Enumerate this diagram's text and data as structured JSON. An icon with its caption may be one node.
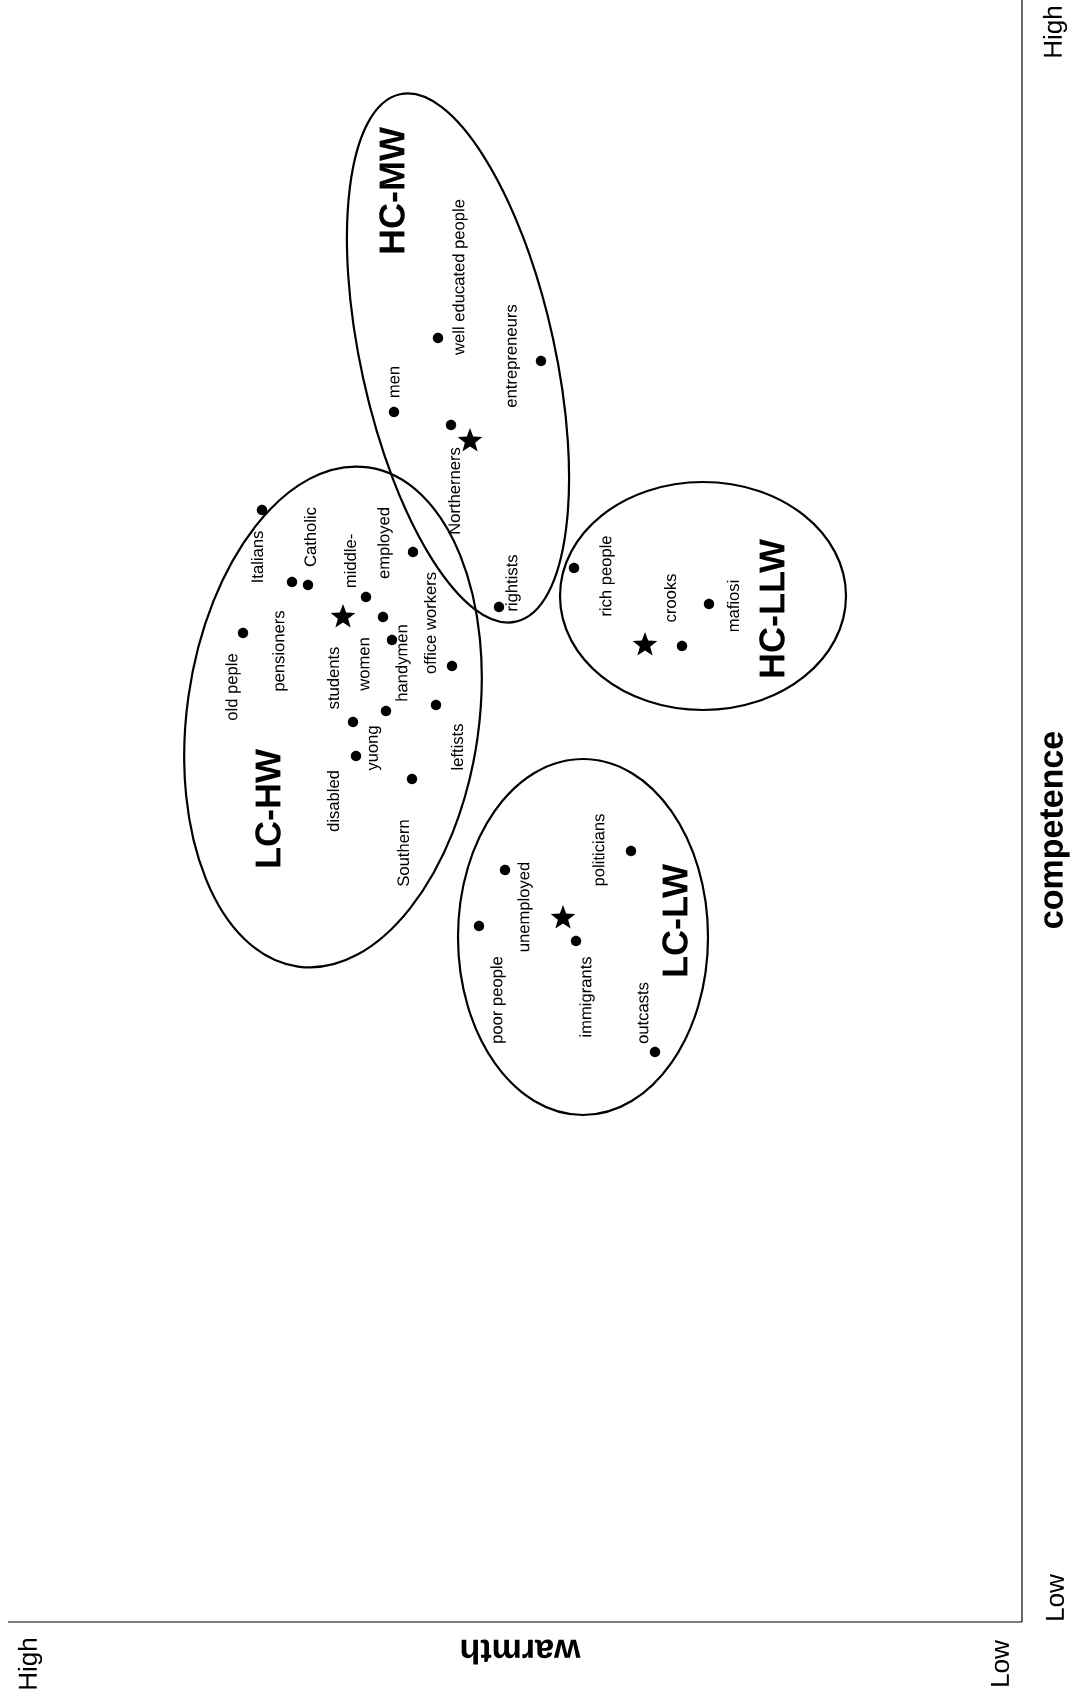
{
  "diagram": {
    "nodes": [
      {
        "text": [
          "HC-MW",
          "well educated people",
          "men",
          "entrepreneurs",
          "Northerners",
          "rightists"
        ]
      },
      {
        "text": [
          "LC-HW",
          "old peple",
          "Italians",
          "pensioners",
          "Catholic",
          "students",
          "middle-",
          "women",
          "employed",
          "yuong",
          "handymen",
          "office workers",
          "disabled",
          "Southern",
          "leftists"
        ]
      },
      {
        "text": [
          "rich people",
          "crooks",
          "mafiosi",
          "HC-LLW"
        ]
      },
      {
        "text": [
          "poor people",
          "unemployed",
          "immigrants",
          "politicians",
          "LC-LW",
          "outcasts"
        ]
      }
    ],
    "labels": [
      "High",
      "competence",
      "Low",
      "High",
      "warmth",
      "Low"
    ]
  }
}
